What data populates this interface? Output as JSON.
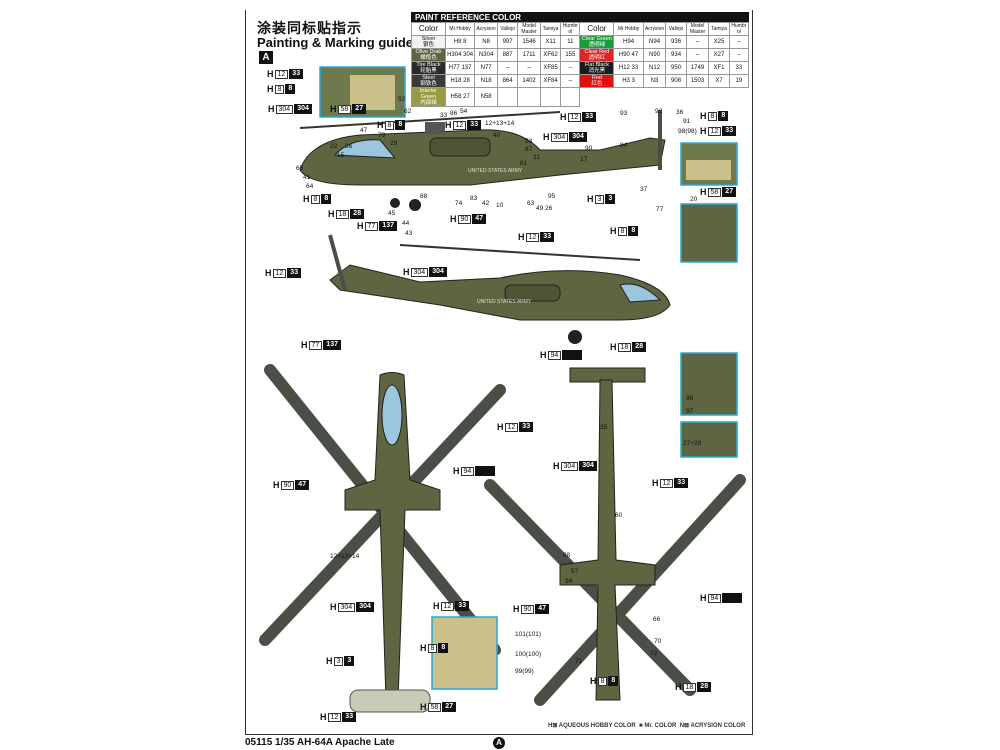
{
  "header": {
    "title_cn": "涂装同标贴指示",
    "title_en": "Painting & Marking guide",
    "scheme": "A"
  },
  "paint_table": {
    "title": "PAINT REFERENCE COLOR",
    "columns": [
      "Color",
      "Mr.Hobby",
      "Acrysion",
      "Vallejo",
      "Model Master",
      "Tamiya",
      "Humbrol"
    ],
    "left": [
      {
        "name": "Silver",
        "cn": "银色",
        "bg": "#f2f2f2",
        "fg": "#111",
        "h": "H8",
        "mr": "8",
        "n": "N8",
        "vallejo": "997",
        "mm": "1546",
        "tamiya": "X11",
        "humbrol": "11"
      },
      {
        "name": "Olive Drab",
        "cn": "橄榄色",
        "bg": "#5d6640",
        "fg": "#fff",
        "h": "H304",
        "mr": "304",
        "n": "N304",
        "vallejo": "887",
        "mm": "1711",
        "tamiya": "XF62",
        "humbrol": "155"
      },
      {
        "name": "Tire Black",
        "cn": "轮胎黑",
        "bg": "#2a2a2a",
        "fg": "#fff",
        "h": "H77",
        "mr": "137",
        "n": "N77",
        "vallejo": "–",
        "mm": "–",
        "tamiya": "XF85",
        "humbrol": "–"
      },
      {
        "name": "Steel",
        "cn": "钢铁色",
        "bg": "#3a3a3a",
        "fg": "#fff",
        "h": "H18",
        "mr": "28",
        "n": "N18",
        "vallejo": "864",
        "mm": "1402",
        "tamiya": "XF84",
        "humbrol": "–"
      },
      {
        "name": "Interior Green",
        "cn": "内部绿",
        "bg": "#9a9a45",
        "fg": "#fff",
        "h": "H58",
        "mr": "27",
        "n": "N58",
        "vallejo": "",
        "mm": "",
        "tamiya": "",
        "humbrol": ""
      }
    ],
    "right": [
      {
        "name": "Clear Green",
        "cn": "透明绿",
        "bg": "#1e9a3c",
        "fg": "#fff",
        "h": "H94",
        "mr": "",
        "n": "N94",
        "vallejo": "936",
        "mm": "–",
        "tamiya": "X25",
        "humbrol": "–"
      },
      {
        "name": "Clear Red",
        "cn": "透明红",
        "bg": "#e02424",
        "fg": "#fff",
        "h": "H90",
        "mr": "47",
        "n": "N90",
        "vallejo": "934",
        "mm": "–",
        "tamiya": "X27",
        "humbrol": "–"
      },
      {
        "name": "Flat Black",
        "cn": "消光黑",
        "bg": "#1a1a1a",
        "fg": "#fff",
        "h": "H12",
        "mr": "33",
        "n": "N12",
        "vallejo": "950",
        "mm": "1749",
        "tamiya": "XF1",
        "humbrol": "33"
      },
      {
        "name": "Red",
        "cn": "红色",
        "bg": "#e01010",
        "fg": "#fff",
        "h": "H3",
        "mr": "3",
        "n": "N3",
        "vallejo": "908",
        "mm": "1503",
        "tamiya": "X7",
        "humbrol": "19"
      }
    ]
  },
  "callouts": [
    {
      "h": "12",
      "m": "33"
    },
    {
      "h": "8",
      "m": "8"
    },
    {
      "h": "304",
      "m": "304"
    },
    {
      "h": "58",
      "m": "27"
    },
    {
      "h": "8",
      "m": "8"
    },
    {
      "h": "12",
      "m": "33"
    },
    {
      "h": "304",
      "m": "304"
    },
    {
      "h": "12",
      "m": "33"
    },
    {
      "h": "8",
      "m": "8"
    },
    {
      "h": "12",
      "m": "33"
    },
    {
      "h": "58",
      "m": "27"
    },
    {
      "h": "3",
      "m": "3"
    },
    {
      "h": "8",
      "m": "8"
    },
    {
      "h": "18",
      "m": "28"
    },
    {
      "h": "90",
      "m": "47"
    },
    {
      "h": "77",
      "m": "137"
    },
    {
      "h": "8",
      "m": "8"
    },
    {
      "h": "12",
      "m": "33"
    },
    {
      "h": "12",
      "m": "33"
    },
    {
      "h": "304",
      "m": "304"
    },
    {
      "h": "77",
      "m": "137"
    },
    {
      "h": "94",
      "m": ""
    },
    {
      "h": "18",
      "m": "28"
    },
    {
      "h": "12",
      "m": "33"
    },
    {
      "h": "94",
      "m": ""
    },
    {
      "h": "90",
      "m": "47"
    },
    {
      "h": "304",
      "m": "304"
    },
    {
      "h": "12",
      "m": "33"
    },
    {
      "h": "90",
      "m": "47"
    },
    {
      "h": "94",
      "m": ""
    },
    {
      "h": "304",
      "m": "304"
    },
    {
      "h": "12",
      "m": "33"
    },
    {
      "h": "8",
      "m": "8"
    },
    {
      "h": "3",
      "m": "3"
    },
    {
      "h": "58",
      "m": "27"
    },
    {
      "h": "8",
      "m": "8"
    },
    {
      "h": "18",
      "m": "28"
    },
    {
      "h": "12",
      "m": "33"
    }
  ],
  "part_numbers": [
    "65",
    "41",
    "64",
    "22",
    "36",
    "15",
    "47",
    "79",
    "29",
    "62",
    "52",
    "33",
    "86",
    "54",
    "12+13+14",
    "40",
    "53",
    "87",
    "31",
    "81",
    "90",
    "17",
    "84",
    "93",
    "92",
    "36",
    "91",
    "37",
    "98(98)",
    "20",
    "88",
    "74",
    "83",
    "42",
    "10",
    "63",
    "49",
    "26",
    "95",
    "45",
    "44",
    "43",
    "77",
    "101(101)",
    "100(100)",
    "99(99)",
    "27+28",
    "96",
    "97",
    "35",
    "60",
    "68",
    "57",
    "72",
    "71",
    "66",
    "70",
    "94",
    "12+13+14"
  ],
  "markings": {
    "army_text": "UNITED STATES ARMY"
  },
  "legend": {
    "h": "H⊠ AQUEOUS HOBBY COLOR",
    "mr": "■ Mr. COLOR",
    "n": "N⊠ ACRYSION COLOR"
  },
  "footer": {
    "product": "05115 1/35 AH-64A Apache Late",
    "page": "A"
  },
  "colors": {
    "olive": "#5d6640",
    "olive_light": "#6e7a4c",
    "rotor": "#4a4f45",
    "canopy": "#9cc6dd",
    "interior": "#c9c08a"
  }
}
